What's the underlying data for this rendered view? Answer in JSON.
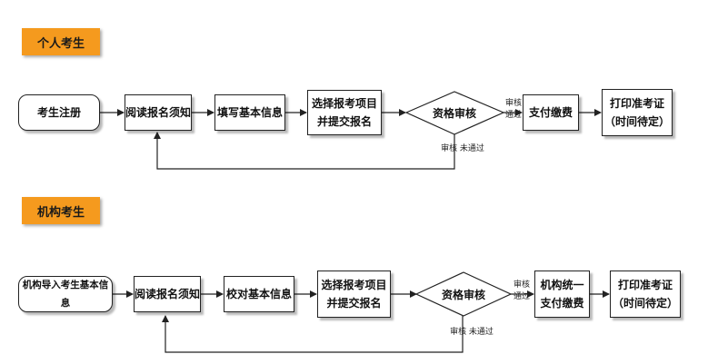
{
  "sections": {
    "individual": {
      "title": "个人考生",
      "nodes": {
        "register": "考生注册",
        "read_notice": "阅读报名须知",
        "fill_info": "填写基本信息",
        "select_submit": "选择报考项目\n并提交报名",
        "review": "资格审核",
        "pay": "支付缴费",
        "print_ticket": "打印准考证\n（时间待定）"
      },
      "labels": {
        "approved": "审核\n通过",
        "rejected": "审核 未通过"
      }
    },
    "institution": {
      "title": "机构考生",
      "nodes": {
        "import_info": "机构导入考生基本信息",
        "read_notice": "阅读报名须知",
        "check_info": "校对基本信息",
        "select_submit": "选择报考项目\n并提交报名",
        "review": "资格审核",
        "pay": "机构统一\n支付缴费",
        "print_ticket": "打印准考证\n（时间待定）"
      },
      "labels": {
        "approved": "审核\n通过",
        "rejected": "审核 未通过"
      }
    }
  },
  "colors": {
    "tag_background": "#f59a1e",
    "line": "#222222"
  }
}
